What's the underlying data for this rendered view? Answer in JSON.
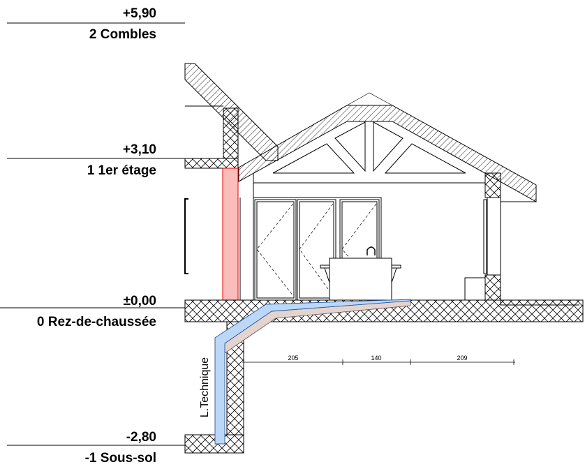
{
  "levels": [
    {
      "elevation": "+5,90",
      "name": "2 Combles"
    },
    {
      "elevation": "+3,10",
      "name": "1 1er étage"
    },
    {
      "elevation": "±0,00",
      "name": "0 Rez-de-chaussée"
    },
    {
      "elevation": "-2,80",
      "name": "-1 Sous-sol"
    }
  ],
  "dimensions": [
    "205",
    "140",
    "209"
  ],
  "duct_label": "L.Technique",
  "colors": {
    "duct_blue": "#bcd8f8",
    "duct_pink": "#e4d4d0",
    "column_red": "#fbbcbc",
    "column_stroke": "#e00000"
  }
}
